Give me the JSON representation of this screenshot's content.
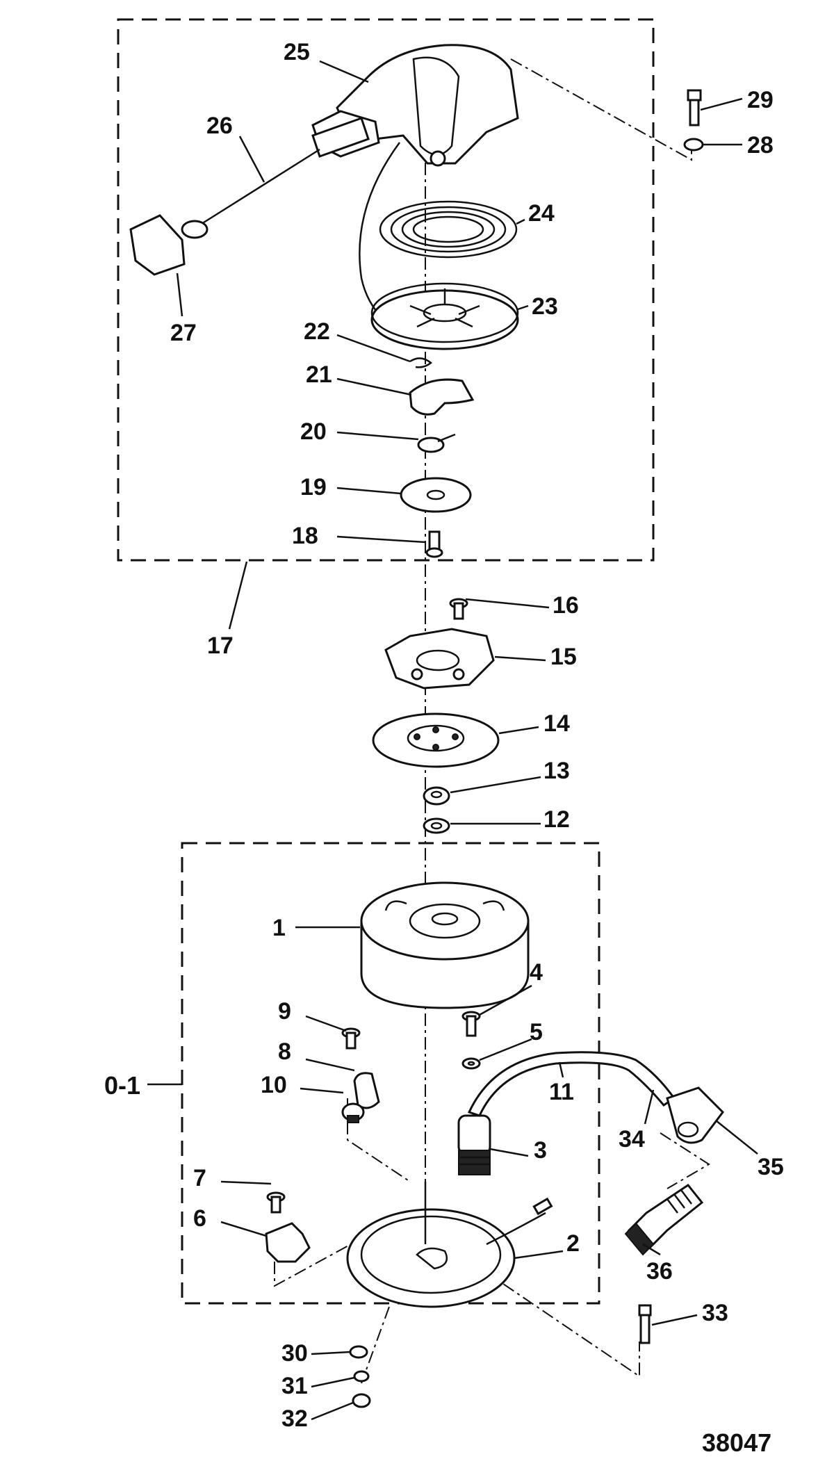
{
  "labels": {
    "p1": "1",
    "p2": "2",
    "p3": "3",
    "p4": "4",
    "p5": "5",
    "p6": "6",
    "p7": "7",
    "p8": "8",
    "p9": "9",
    "p10": "10",
    "p11": "11",
    "p12": "12",
    "p13": "13",
    "p14": "14",
    "p15": "15",
    "p16": "16",
    "p17": "17",
    "p18": "18",
    "p19": "19",
    "p20": "20",
    "p21": "21",
    "p22": "22",
    "p23": "23",
    "p24": "24",
    "p25": "25",
    "p26": "26",
    "p27": "27",
    "p28": "28",
    "p29": "29",
    "p30": "30",
    "p31": "31",
    "p32": "32",
    "p33": "33",
    "p34": "34",
    "p35": "35",
    "p36": "36",
    "assembly": "0-1"
  },
  "figure_number": "38047"
}
